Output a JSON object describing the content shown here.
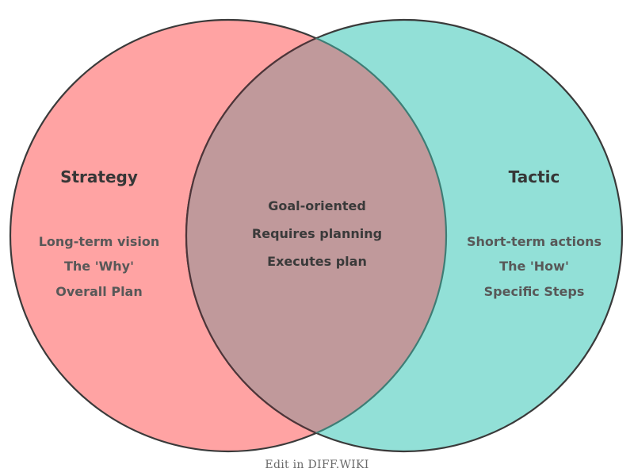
{
  "venn": {
    "outline_color": "#3A3A3A",
    "title_color": "#373737",
    "item_color": "#585858",
    "left": {
      "title": "Strategy",
      "items": [
        "Long-term vision",
        "The 'Why'",
        "Overall Plan"
      ],
      "fill": "#FFA3A3"
    },
    "right": {
      "title": "Tactic",
      "items": [
        "Short-term actions",
        "The 'How'",
        "Specific Steps"
      ],
      "fill": "#92E0D7"
    },
    "overlap": {
      "items": [
        "Goal-oriented",
        "Requires planning",
        "Executes plan"
      ],
      "fill": "#C0999B",
      "left_arc_color": "#4D3539",
      "right_arc_color": "#3E7D75",
      "text_color": "#3A3A3A"
    }
  },
  "footer": {
    "caption": "Edit in DIFF.WIKI",
    "color": "#6A6A6A"
  }
}
